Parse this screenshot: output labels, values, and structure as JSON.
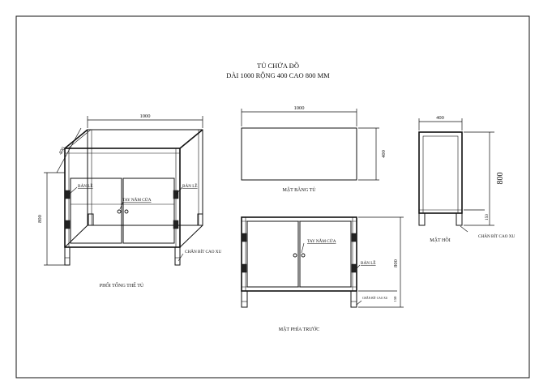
{
  "title": {
    "line1": "TỦ CHỨA ĐỒ",
    "line2": "DÀI 1000 RỘNG 400 CAO 800 MM"
  },
  "iso": {
    "dim_length": "1000",
    "dim_depth": "400",
    "dim_height": "800",
    "hinge_left": "BẢN LỀ",
    "hinge_right": "BẢN LỀ",
    "handle": "TAY NẮM CỬA",
    "feet": "CHÂN BÍT CAO XU",
    "caption": "PHỐI TỔNG THỂ TỦ"
  },
  "top_view": {
    "dim_length": "1000",
    "dim_depth": "400",
    "caption": "MẶT BẰNG TỦ"
  },
  "side_view": {
    "dim_width": "400",
    "dim_height": "800",
    "dim_foot": "150",
    "feet": "CHÂN BÍT CAO XU",
    "caption": "MẶT HỒI"
  },
  "front_view": {
    "handle": "TAY NẮM CỬA",
    "hinge": "BẢN LỀ",
    "dim_height": "800",
    "dim_foot": "150",
    "feet": "CHÂN BÍT CAO XU",
    "caption": "MẶT PHÍA TRƯỚC"
  }
}
